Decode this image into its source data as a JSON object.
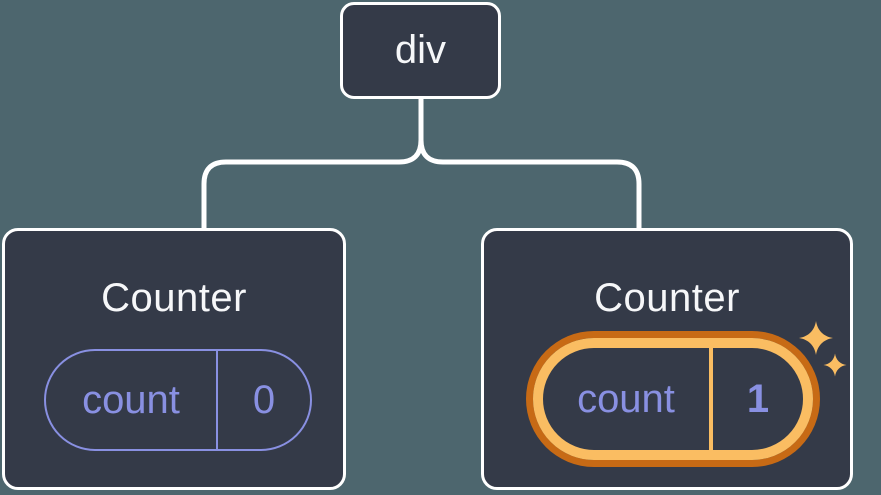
{
  "colors": {
    "background": "#4D666E",
    "card_bg": "#343A48",
    "card_border": "#FFFFFF",
    "connector": "#FFFFFF",
    "text_light": "#F6F7F9",
    "purple": "#8990E2",
    "orange_light": "#FABD62",
    "orange_dark": "#C76A15"
  },
  "diagram": {
    "root": {
      "label": "div"
    },
    "children": [
      {
        "title": "Counter",
        "state_key": "count",
        "state_value": "0",
        "highlighted": false
      },
      {
        "title": "Counter",
        "state_key": "count",
        "state_value": "1",
        "highlighted": true,
        "badge_icon": "sparkles-icon"
      }
    ]
  }
}
